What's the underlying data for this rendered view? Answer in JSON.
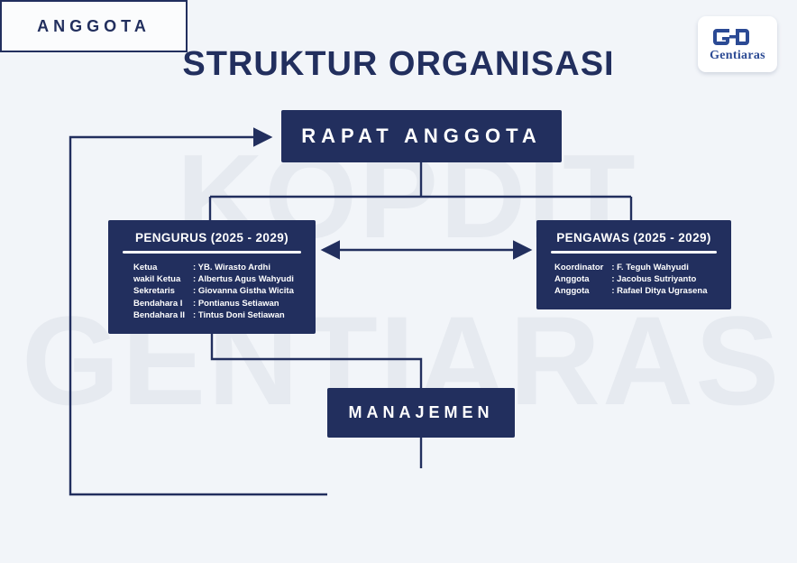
{
  "page": {
    "title": "STRUKTUR ORGANISASI",
    "background_color": "#f2f5f9",
    "accent_color": "#222f5e",
    "watermark_color": "#e6eaf0"
  },
  "watermark": {
    "line1": "KOPDIT",
    "line2": "GENTIARAS"
  },
  "logo": {
    "wordmark": "Gentiaras",
    "monogram": "GD",
    "color": "#2b4a94"
  },
  "chart_data": {
    "type": "diagram",
    "title": "STRUKTUR ORGANISASI",
    "nodes": [
      {
        "id": "rapat",
        "label": "RAPAT ANGGOTA",
        "style": "filled"
      },
      {
        "id": "pengurus",
        "label": "PENGURUS (2025 - 2029)",
        "style": "filled-panel"
      },
      {
        "id": "pengawas",
        "label": "PENGAWAS (2025 - 2029)",
        "style": "filled-panel"
      },
      {
        "id": "manajemen",
        "label": "MANAJEMEN",
        "style": "filled"
      },
      {
        "id": "anggota",
        "label": "ANGGOTA",
        "style": "outlined"
      }
    ],
    "edges": [
      {
        "from": "rapat",
        "to": "pengurus",
        "type": "line"
      },
      {
        "from": "rapat",
        "to": "pengawas",
        "type": "line"
      },
      {
        "from": "pengurus",
        "to": "pengawas",
        "type": "double-arrow"
      },
      {
        "from": "pengurus",
        "to": "manajemen",
        "type": "line"
      },
      {
        "from": "manajemen",
        "to": "anggota",
        "type": "line"
      },
      {
        "from": "anggota",
        "to": "rapat",
        "type": "arrow"
      }
    ]
  },
  "nodes": {
    "rapat_anggota": {
      "label": "RAPAT ANGGOTA"
    },
    "manajemen": {
      "label": "MANAJEMEN"
    },
    "anggota": {
      "label": "ANGGOTA"
    },
    "pengurus": {
      "title": "PENGURUS (2025 - 2029)",
      "members": [
        {
          "role": "Ketua",
          "name": ": YB. Wirasto Ardhi"
        },
        {
          "role": "wakil Ketua",
          "name": ": Albertus Agus Wahyudi"
        },
        {
          "role": "Sekretaris",
          "name": ": Giovanna Gistha Wicita"
        },
        {
          "role": "Bendahara I",
          "name": ": Pontianus Setiawan"
        },
        {
          "role": "Bendahara II",
          "name": ": Tintus Doni Setiawan"
        }
      ]
    },
    "pengawas": {
      "title": "PENGAWAS (2025 - 2029)",
      "members": [
        {
          "role": "Koordinator",
          "name": ": F. Teguh Wahyudi"
        },
        {
          "role": "Anggota",
          "name": ": Jacobus Sutriyanto"
        },
        {
          "role": "Anggota",
          "name": ": Rafael Ditya Ugrasena"
        }
      ]
    }
  }
}
